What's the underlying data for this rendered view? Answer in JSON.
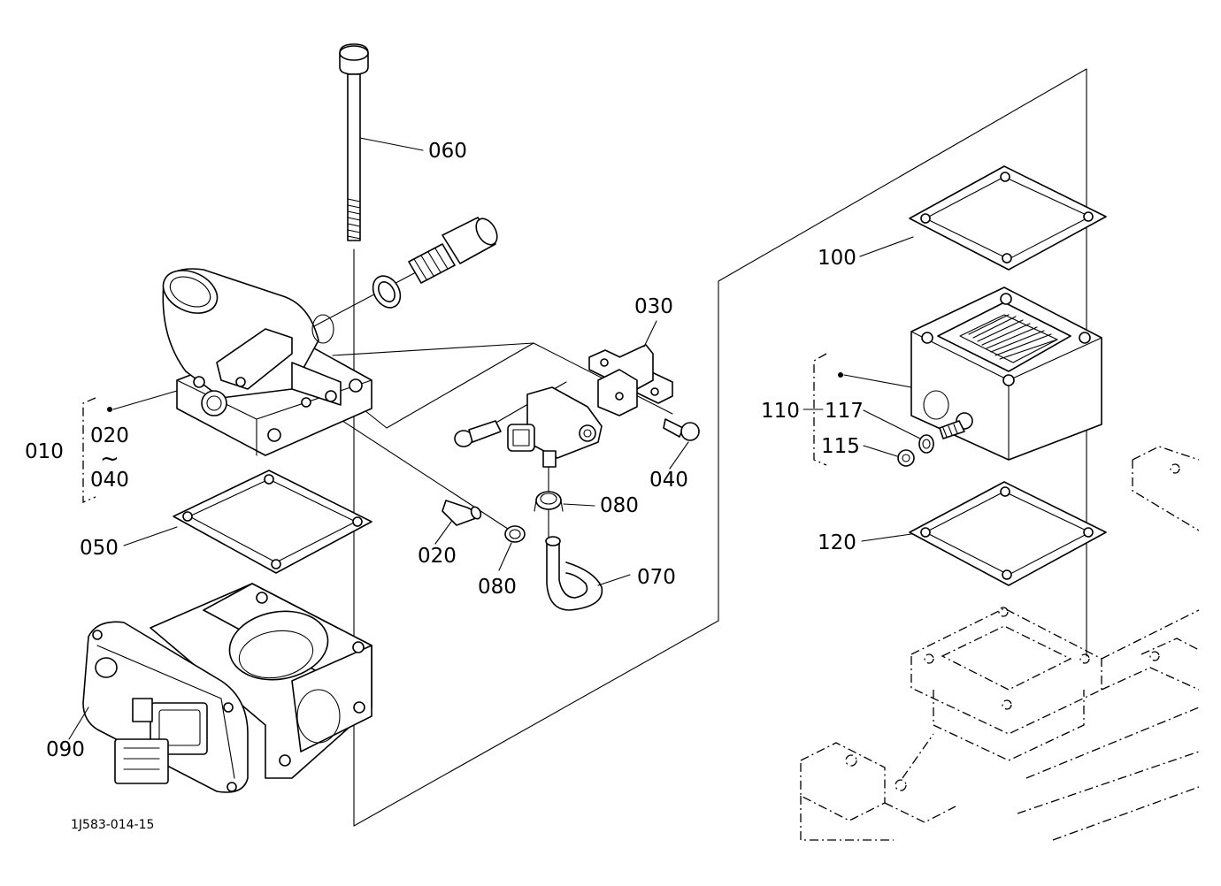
{
  "labels": {
    "p060": "060",
    "p030": "030",
    "p040": "040",
    "p010": "010",
    "p020_group": "020",
    "tilde": "~",
    "p040_group": "040",
    "p050": "050",
    "p020": "020",
    "p080_upper": "080",
    "p080_lower": "080",
    "p070": "070",
    "p090": "090",
    "p100": "100",
    "p110": "110",
    "p117": "117",
    "p115": "115",
    "p120": "120"
  },
  "drawing_code": "1J583-014-15"
}
